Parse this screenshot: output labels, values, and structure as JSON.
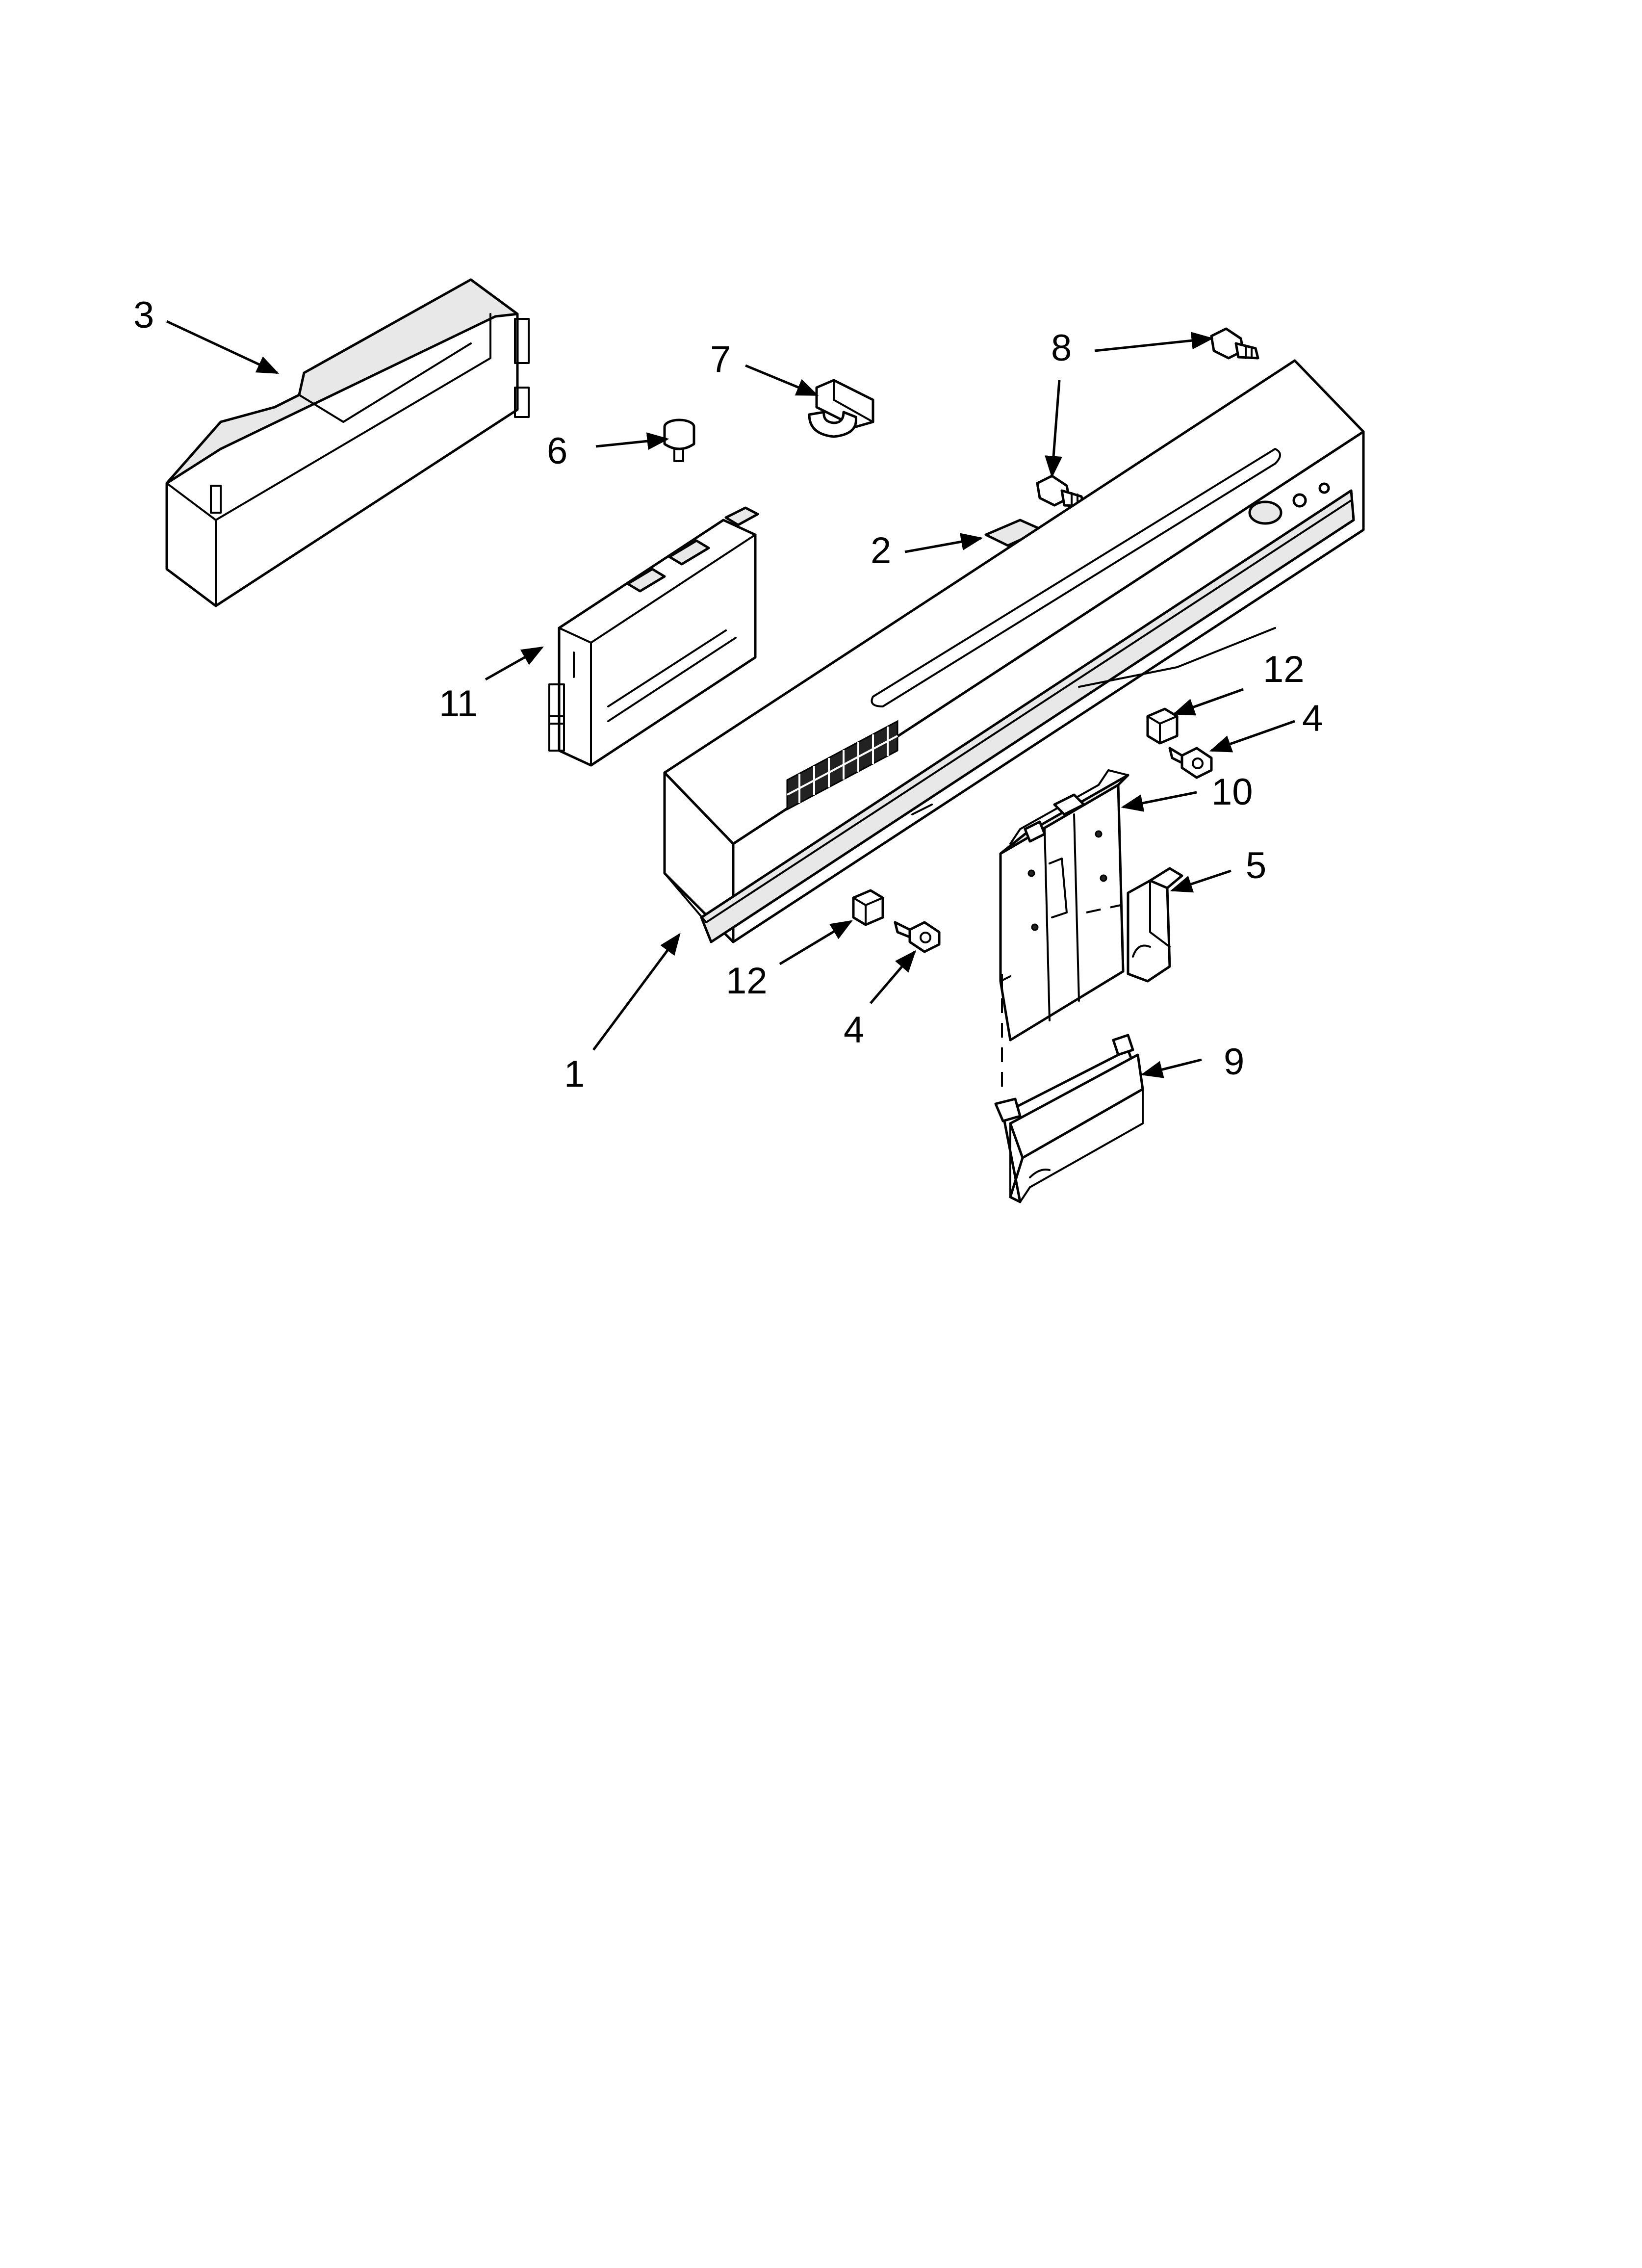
{
  "diagram": {
    "callouts": [
      {
        "id": "c1",
        "label": "1"
      },
      {
        "id": "c2",
        "label": "2"
      },
      {
        "id": "c3",
        "label": "3"
      },
      {
        "id": "c4a",
        "label": "4"
      },
      {
        "id": "c4b",
        "label": "4"
      },
      {
        "id": "c5",
        "label": "5"
      },
      {
        "id": "c6",
        "label": "6"
      },
      {
        "id": "c7",
        "label": "7"
      },
      {
        "id": "c8",
        "label": "8"
      },
      {
        "id": "c9",
        "label": "9"
      },
      {
        "id": "c10",
        "label": "10"
      },
      {
        "id": "c11",
        "label": "11"
      },
      {
        "id": "c12a",
        "label": "12"
      },
      {
        "id": "c12b",
        "label": "12"
      }
    ]
  }
}
